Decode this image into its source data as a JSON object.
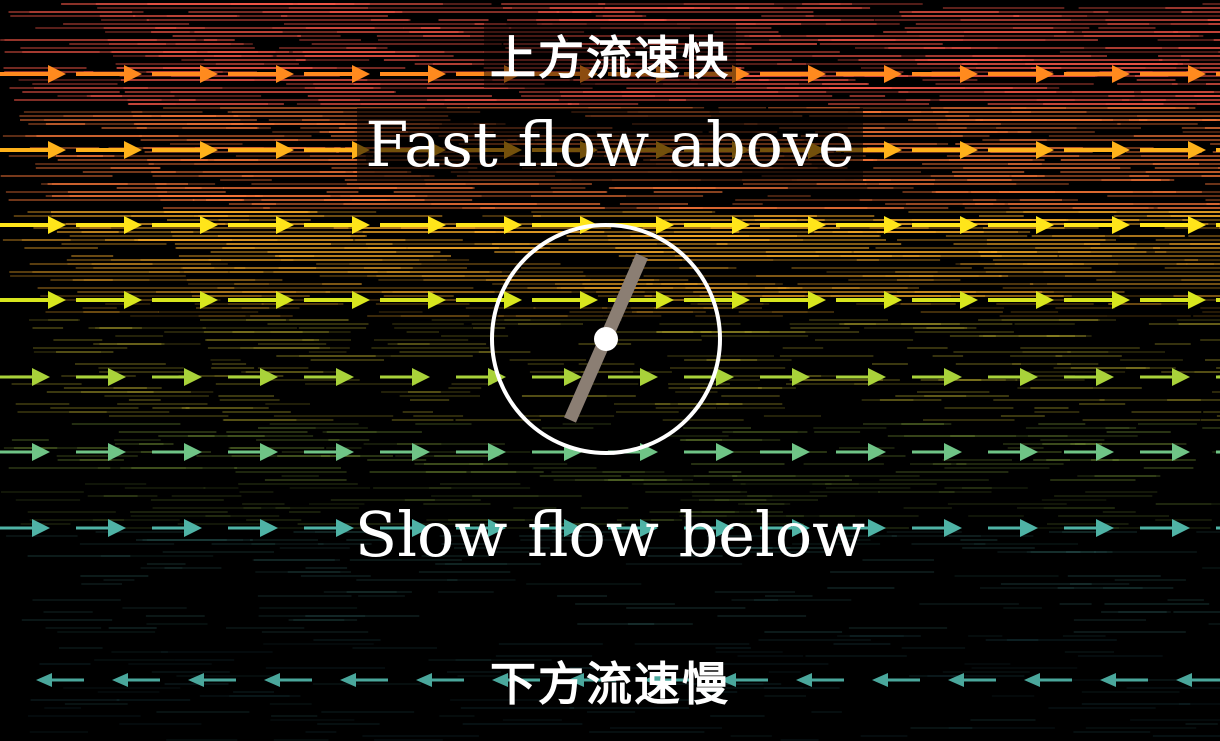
{
  "captions": {
    "top_zh": "上方流速快",
    "top_en": "Fast flow above",
    "bottom_en": "Slow flow below",
    "bottom_zh": "下方流速慢"
  },
  "flow_rows": [
    {
      "color": "#ff8a1e",
      "direction": "right"
    },
    {
      "color": "#ffb21a",
      "direction": "right"
    },
    {
      "color": "#ffe51a",
      "direction": "right"
    },
    {
      "color": "#d8e61e",
      "direction": "right"
    },
    {
      "color": "#a9d23a",
      "direction": "right"
    },
    {
      "color": "#6fc486",
      "direction": "right"
    },
    {
      "color": "#4fb3a6",
      "direction": "right"
    },
    {
      "color": "#4aa79c",
      "direction": "left"
    }
  ],
  "streak_colors": [
    "#ff5a4a",
    "#ff7a3a",
    "#ffb02a",
    "#e7d83a",
    "#9fc64a",
    "#4ea6a0",
    "#2f6f78"
  ],
  "paddlewheel": {
    "ring_color": "#ffffff",
    "blade_color": "#8b7e73",
    "hub_color": "#ffffff"
  }
}
